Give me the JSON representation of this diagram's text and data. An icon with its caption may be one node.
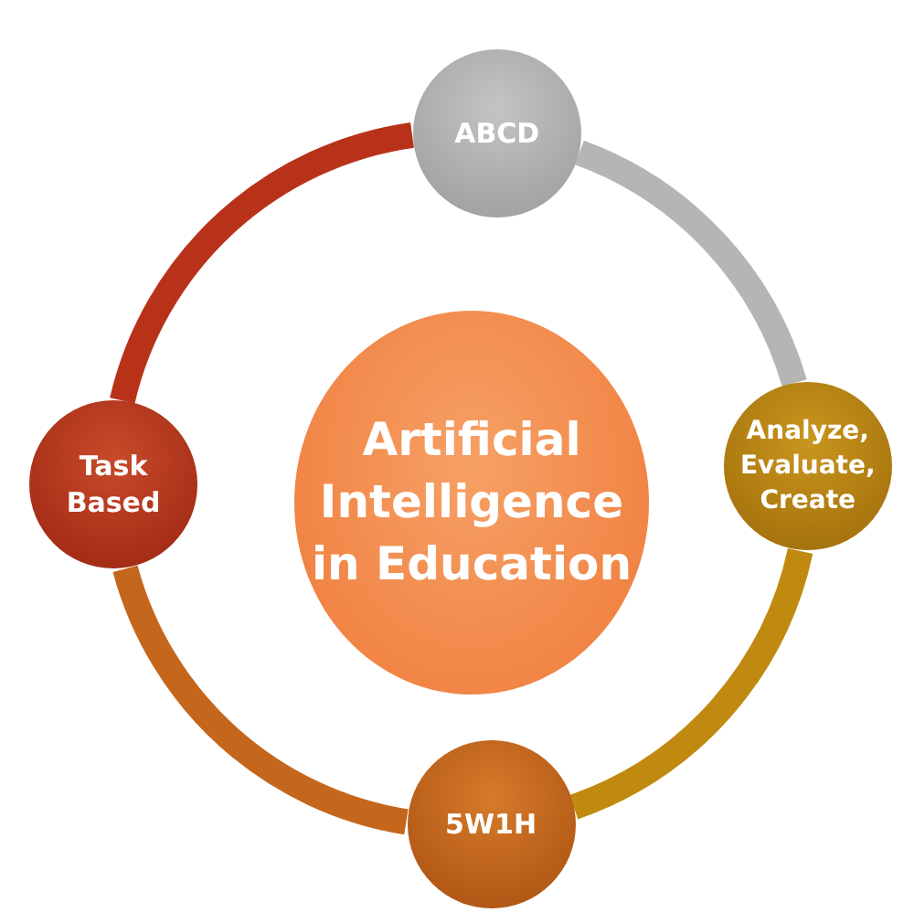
{
  "diagram": {
    "nodes": [
      {
        "text": [
          "Artificial Intelligence in Education"
        ]
      },
      {
        "text": [
          "ABCD"
        ]
      },
      {
        "text": [
          "Analyze, Evaluate, Create"
        ]
      },
      {
        "text": [
          "5W1H"
        ]
      },
      {
        "text": [
          "Task Based"
        ]
      }
    ],
    "edges": [
      {
        "from": 1,
        "to": 2,
        "arrow": "none",
        "color": "#b5b5b5"
      },
      {
        "from": 2,
        "to": 3,
        "arrow": "none",
        "color": "#c08a10"
      },
      {
        "from": 3,
        "to": 4,
        "arrow": "none",
        "color": "#c4661c"
      },
      {
        "from": 4,
        "to": 1,
        "arrow": "none",
        "color": "#b8321a"
      }
    ]
  }
}
